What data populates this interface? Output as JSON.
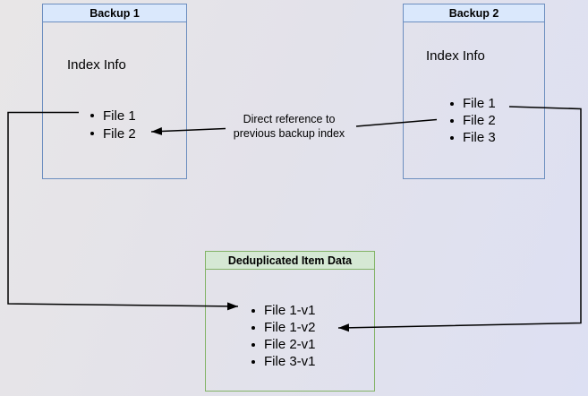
{
  "diagram": {
    "backup1": {
      "title": "Backup 1",
      "index_label": "Index Info",
      "files": [
        "File 1",
        "File 2"
      ]
    },
    "backup2": {
      "title": "Backup 2",
      "index_label": "Index Info",
      "files": [
        "File 1",
        "File 2",
        "File 3"
      ]
    },
    "dedup": {
      "title": "Deduplicated Item Data",
      "items": [
        "File 1-v1",
        "File 1-v2",
        "File 2-v1",
        "File 3-v1"
      ]
    },
    "reference_label": {
      "line1": "Direct reference to",
      "line2": "previous backup index"
    }
  },
  "colors": {
    "backup_header_fill": "#dae8fc",
    "backup_border": "#6c8ebf",
    "dedup_header_fill": "#d5e8d4",
    "dedup_border": "#82b366",
    "connector": "#000000",
    "text": "#000000",
    "background_left": "#e8e6e7",
    "background_right": "#dde0f3"
  }
}
